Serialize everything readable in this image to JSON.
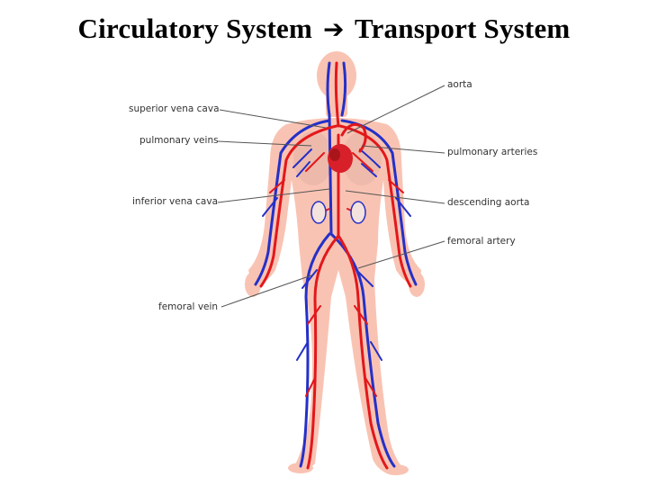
{
  "title": {
    "left": "Circulatory System",
    "arrow": "➔",
    "right": "Transport System"
  },
  "labels": {
    "superior_vena_cava": "superior vena cava",
    "pulmonary_veins": "pulmonary veins",
    "inferior_vena_cava": "inferior vena cava",
    "femoral_vein": "femoral vein",
    "aorta": "aorta",
    "pulmonary_arteries": "pulmonary arteries",
    "descending_aorta": "descending aorta",
    "femoral_artery": "femoral artery"
  },
  "colors": {
    "skin": "#f9c3b3",
    "artery": "#e3171b",
    "vein": "#2430c8",
    "leader": "#555555"
  }
}
